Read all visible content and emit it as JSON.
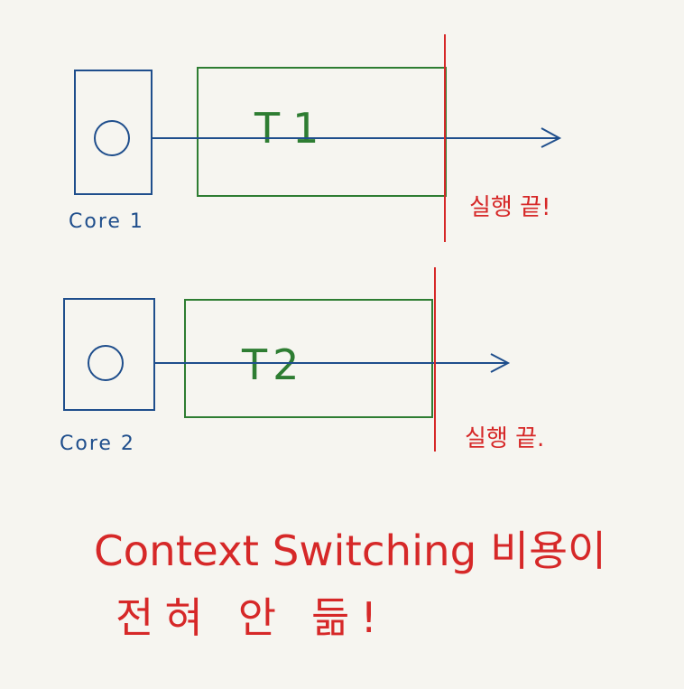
{
  "colors": {
    "background": "#f6f5f0",
    "core": "#1f4e8c",
    "thread": "#2e7d32",
    "end_line": "#d62828",
    "annotation": "#d62828"
  },
  "cores": [
    {
      "label": "Core 1",
      "thread_label": "T1",
      "end_label": "실행 끝!"
    },
    {
      "label": "Core 2",
      "thread_label": "T2",
      "end_label": "실행 끝."
    }
  ],
  "note": {
    "line1": "Context Switching 비용이",
    "line2": "전혀 안 듦!"
  }
}
